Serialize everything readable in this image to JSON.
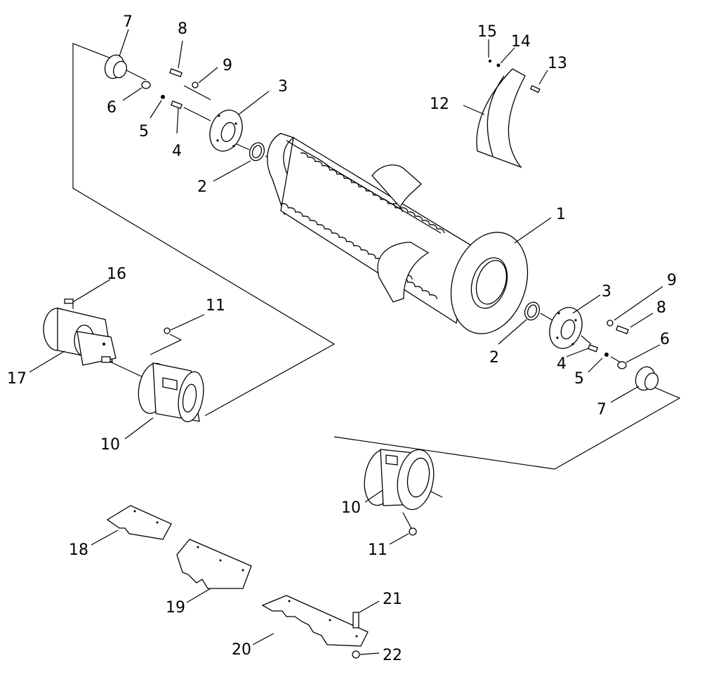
{
  "callouts": [
    {
      "id": "c7a",
      "label": "7"
    },
    {
      "id": "c8a",
      "label": "8"
    },
    {
      "id": "c9a",
      "label": "9"
    },
    {
      "id": "c3a",
      "label": "3"
    },
    {
      "id": "c6a",
      "label": "6"
    },
    {
      "id": "c5a",
      "label": "5"
    },
    {
      "id": "c4a",
      "label": "4"
    },
    {
      "id": "c2a",
      "label": "2"
    },
    {
      "id": "c15",
      "label": "15"
    },
    {
      "id": "c14",
      "label": "14"
    },
    {
      "id": "c13",
      "label": "13"
    },
    {
      "id": "c12",
      "label": "12"
    },
    {
      "id": "c1",
      "label": "1"
    },
    {
      "id": "c16",
      "label": "16"
    },
    {
      "id": "c11a",
      "label": "11"
    },
    {
      "id": "c17",
      "label": "17"
    },
    {
      "id": "c10a",
      "label": "10"
    },
    {
      "id": "c3b",
      "label": "3"
    },
    {
      "id": "c9b",
      "label": "9"
    },
    {
      "id": "c8b",
      "label": "8"
    },
    {
      "id": "c2b",
      "label": "2"
    },
    {
      "id": "c4b",
      "label": "4"
    },
    {
      "id": "c5b",
      "label": "5"
    },
    {
      "id": "c6b",
      "label": "6"
    },
    {
      "id": "c7b",
      "label": "7"
    },
    {
      "id": "c10b",
      "label": "10"
    },
    {
      "id": "c11b",
      "label": "11"
    },
    {
      "id": "c18",
      "label": "18"
    },
    {
      "id": "c19",
      "label": "19"
    },
    {
      "id": "c20",
      "label": "20"
    },
    {
      "id": "c21",
      "label": "21"
    },
    {
      "id": "c22",
      "label": "22"
    }
  ]
}
